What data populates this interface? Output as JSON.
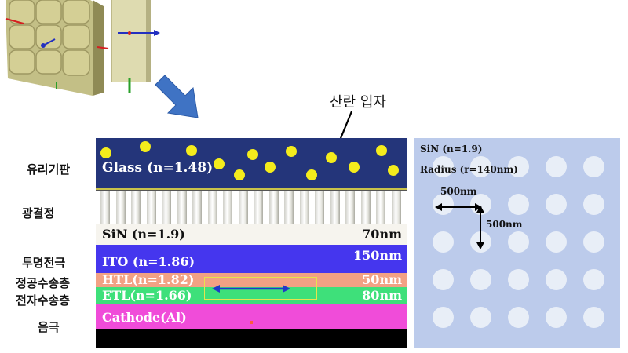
{
  "annotation": "산란 입자",
  "side_labels": [
    "유리기판",
    "광결정",
    "투명전극",
    "정공수송층",
    "전자수송층",
    "음극"
  ],
  "layers": {
    "glass": "Glass (n=1.48)",
    "sin": "SiN (n=1.9)",
    "sin_thickness": "70nm",
    "ito": "ITO (n=1.86)",
    "ito_thickness": "150nm",
    "htl": "HTL(n=1.82)",
    "htl_thickness": "50nm",
    "etl": "ETL(n=1.66)",
    "etl_thickness": "80nm",
    "cathode": "Cathode(Al)"
  },
  "crystal": {
    "material": "SiN (n=1.9)",
    "radius": "Radius (r=140nm)",
    "pitch_x": "500nm",
    "pitch_y": "500nm"
  },
  "colors": {
    "glass": "#24357a",
    "particle": "#f4ec1c",
    "ito": "#4536ee",
    "htl": "#f2a184",
    "etl": "#3ee07a",
    "cathode": "#f04cd9",
    "crystal_bg": "#bccbeb",
    "arrow": "#3f73c4"
  }
}
